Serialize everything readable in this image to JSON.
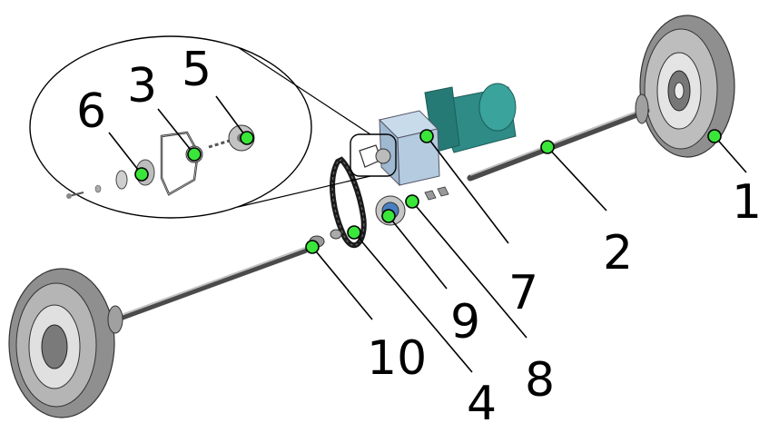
{
  "callouts": [
    {
      "id": "1",
      "label": "1"
    },
    {
      "id": "2",
      "label": "2"
    },
    {
      "id": "3",
      "label": "3"
    },
    {
      "id": "4",
      "label": "4"
    },
    {
      "id": "5",
      "label": "5"
    },
    {
      "id": "6",
      "label": "6"
    },
    {
      "id": "7",
      "label": "7"
    },
    {
      "id": "8",
      "label": "8"
    },
    {
      "id": "9",
      "label": "9"
    },
    {
      "id": "10",
      "label": "10"
    }
  ],
  "colors": {
    "marker": "#39e639",
    "leader": "#000000",
    "tire": "#8c8c8c",
    "axle": "#555555",
    "gearbox": "#a9c2d8",
    "motor": "#2e8b86",
    "chain": "#1a1a1a"
  }
}
